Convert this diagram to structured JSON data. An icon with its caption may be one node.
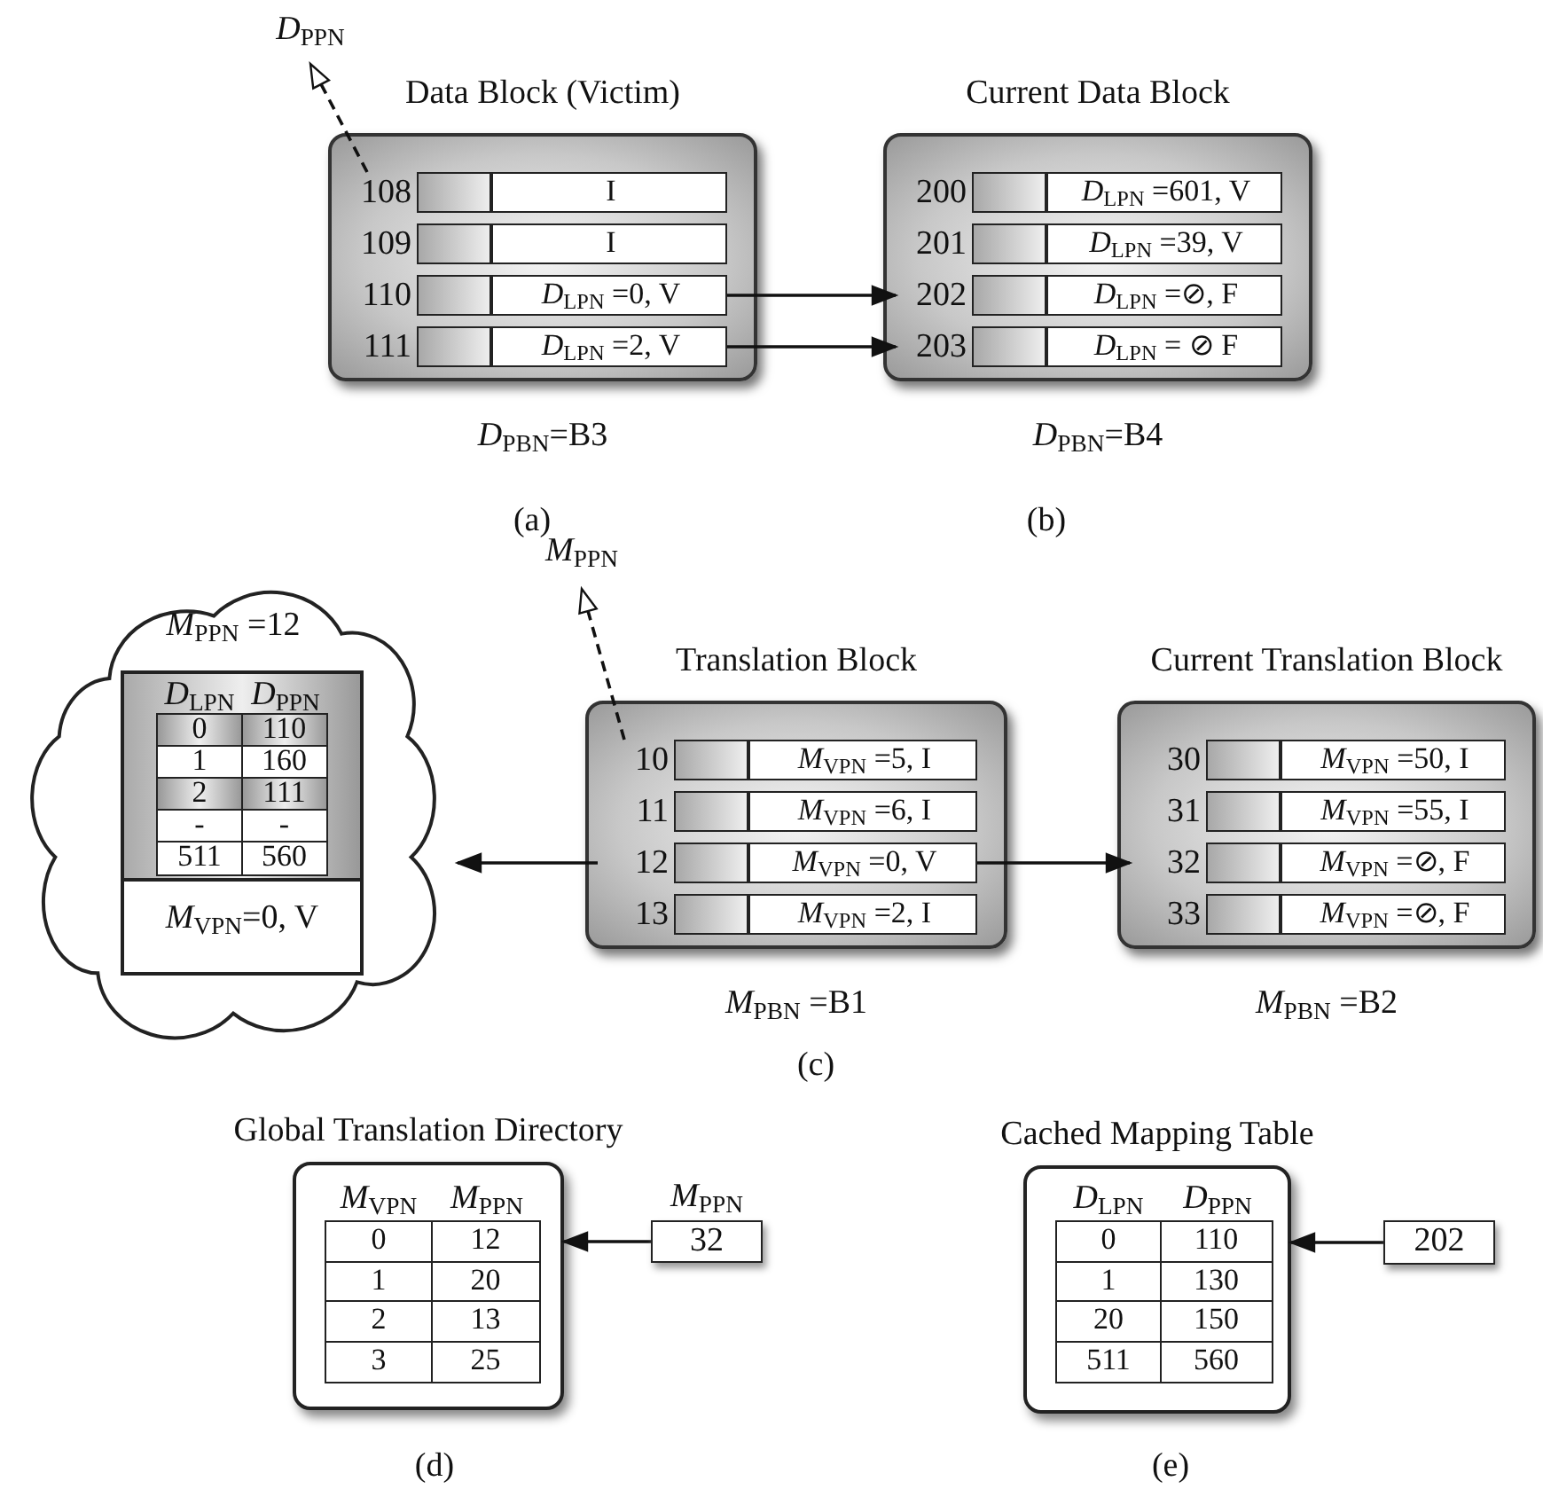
{
  "diagram": {
    "nodes": [
      {
        "text": [
          "*D*$_{PPN}$"
        ]
      },
      {
        "text": [
          "Data Block (Victim)"
        ],
        "beside": [
          "*D*$_{PBN}$=B3"
        ]
      },
      {
        "text": [
          "108",
          "I"
        ],
        "in": 1
      },
      {
        "text": [
          "109",
          "I"
        ],
        "in": 1
      },
      {
        "text": [
          "110",
          "*D*$_{LPN}$ =0, V"
        ],
        "in": 1
      },
      {
        "text": [
          "111",
          "*D*$_{LPN}$ =2, V"
        ],
        "in": 1
      },
      {
        "text": [
          "Current Data Block"
        ],
        "beside": [
          "*D*$_{PBN}$=B4"
        ]
      },
      {
        "text": [
          "200",
          "*D*$_{LPN}$ =601, V"
        ],
        "in": 6
      },
      {
        "text": [
          "201",
          "*D*$_{LPN}$ =39, V"
        ],
        "in": 6
      },
      {
        "text": [
          "202",
          "*D*$_{LPN}$ =⊘, F"
        ],
        "in": 6
      },
      {
        "text": [
          "203",
          "*D*$_{LPN}$ = ⊘ F"
        ],
        "in": 6
      },
      {
        "text": [
          "*M*$_{PPN}$ =12"
        ]
      },
      {
        "text": [
          "*M*$_{VPN}$=0, V"
        ],
        "in": 11
      },
      {
        "text": [
          "*M*$_{PPN}$"
        ]
      },
      {
        "text": [
          "Translation Block"
        ],
        "beside": [
          "*M*$_{PBN}$ =B1"
        ]
      },
      {
        "text": [
          "10",
          "*M*$_{VPN}$ =5, I"
        ],
        "in": 14
      },
      {
        "text": [
          "11",
          "*M*$_{VPN}$ =6, I"
        ],
        "in": 14
      },
      {
        "text": [
          "12",
          "*M*$_{VPN}$ =0, V"
        ],
        "in": 14
      },
      {
        "text": [
          "13",
          "*M*$_{VPN}$ =2, I"
        ],
        "in": 14
      },
      {
        "text": [
          "Current Translation Block"
        ],
        "beside": [
          "*M*$_{PBN}$ =B2"
        ]
      },
      {
        "text": [
          "30",
          "*M*$_{VPN}$ =50, I"
        ],
        "in": 19
      },
      {
        "text": [
          "31",
          "*M*$_{VPN}$ =55, I"
        ],
        "in": 19
      },
      {
        "text": [
          "32",
          "*M*$_{VPN}$ =⊘, F"
        ],
        "in": 19
      },
      {
        "text": [
          "33",
          "*M*$_{VPN}$ =⊘, F"
        ],
        "in": 19
      },
      {
        "text": [
          "Global Translation Directory"
        ]
      },
      {
        "text": [
          "*M*$_{PPN}$",
          "32"
        ]
      },
      {
        "text": [
          "Cached Mapping Table"
        ]
      },
      {
        "text": [
          "202"
        ]
      }
    ],
    "edges": [
      {
        "from": 2,
        "to": 0,
        "arrow": "to",
        "style": "dashed"
      },
      {
        "from": 4,
        "to": 9,
        "arrow": "to"
      },
      {
        "from": 5,
        "to": 10,
        "arrow": "to"
      },
      {
        "from": 15,
        "to": 13,
        "arrow": "to",
        "style": "dashed"
      },
      {
        "from": 17,
        "to": 11,
        "arrow": "to"
      },
      {
        "from": 17,
        "to": 22,
        "arrow": "to"
      },
      {
        "from": 25,
        "to": 24,
        "arrow": "to"
      },
      {
        "from": 27,
        "to": 26,
        "arrow": "to"
      }
    ],
    "labels": [
      "(a)",
      "(b)",
      "*D*$_{LPN}$",
      "*D*$_{PPN}$",
      "0",
      "110",
      "1",
      "160",
      "2",
      "111",
      "-",
      "-",
      "511",
      "560",
      "(c)",
      "*M*$_{VPN}$",
      "*M*$_{PPN}$",
      "0",
      "12",
      "1",
      "20",
      "2",
      "13",
      "3",
      "25",
      "*D*$_{LPN}$",
      "*D*$_{PPN}$",
      "0",
      "110",
      "1",
      "130",
      "20",
      "150",
      "511",
      "560",
      "(d)",
      "(e)"
    ]
  }
}
